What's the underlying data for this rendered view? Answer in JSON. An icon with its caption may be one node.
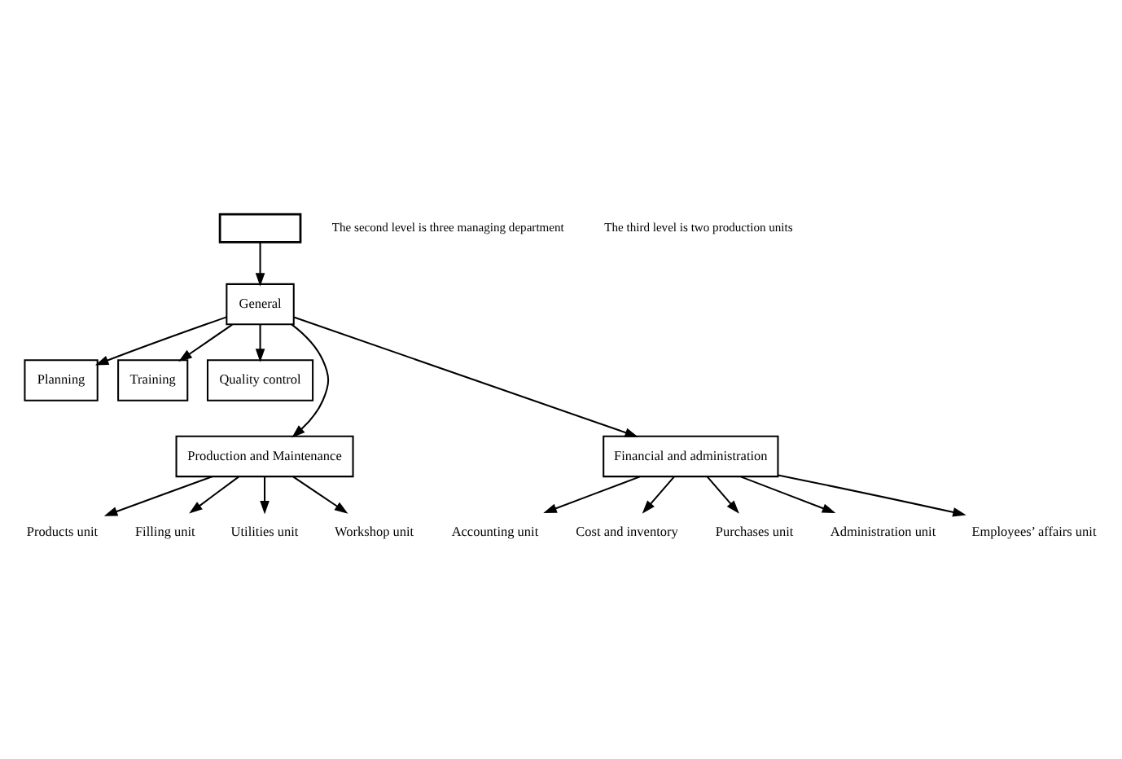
{
  "diagram": {
    "nodes": [
      {
        "text": [],
        "shape": "box"
      },
      {
        "text": [
          "General"
        ]
      },
      {
        "text": [
          "Planning"
        ]
      },
      {
        "text": [
          "Training"
        ]
      },
      {
        "text": [
          "Quality control"
        ]
      },
      {
        "text": [
          "Production and Maintenance"
        ]
      },
      {
        "text": [
          "Products unit"
        ]
      },
      {
        "text": [
          "Filling unit"
        ]
      },
      {
        "text": [
          "Utilities unit"
        ]
      },
      {
        "text": [
          "Workshop unit"
        ]
      },
      {
        "text": [
          "Financial and administration"
        ]
      },
      {
        "text": [
          "Accounting unit"
        ]
      },
      {
        "text": [
          "Cost and inventory"
        ]
      },
      {
        "text": [
          "Purchases unit"
        ]
      },
      {
        "text": [
          "Administration unit"
        ]
      },
      {
        "text": [
          "Employees’ affairs unit"
        ]
      }
    ],
    "edges": [
      {
        "from": 0,
        "to": 1,
        "arrow": "to"
      },
      {
        "from": 1,
        "to": 2,
        "arrow": "to"
      },
      {
        "from": 1,
        "to": 3,
        "arrow": "to"
      },
      {
        "from": 1,
        "to": 4,
        "arrow": "to"
      },
      {
        "from": 1,
        "to": 5,
        "arrow": "to"
      },
      {
        "from": 1,
        "to": 10,
        "arrow": "to"
      },
      {
        "from": 5,
        "to": 6,
        "arrow": "to"
      },
      {
        "from": 5,
        "to": 7,
        "arrow": "to"
      },
      {
        "from": 5,
        "to": 8,
        "arrow": "to"
      },
      {
        "from": 5,
        "to": 9,
        "arrow": "to"
      },
      {
        "from": 10,
        "to": 11,
        "arrow": "to"
      },
      {
        "from": 10,
        "to": 12,
        "arrow": "to"
      },
      {
        "from": 10,
        "to": 13,
        "arrow": "to"
      },
      {
        "from": 10,
        "to": 14,
        "arrow": "to"
      },
      {
        "from": 10,
        "to": 15,
        "arrow": "to"
      }
    ],
    "labels": [
      "The second level is three managing department",
      "The third level is two production units"
    ]
  }
}
